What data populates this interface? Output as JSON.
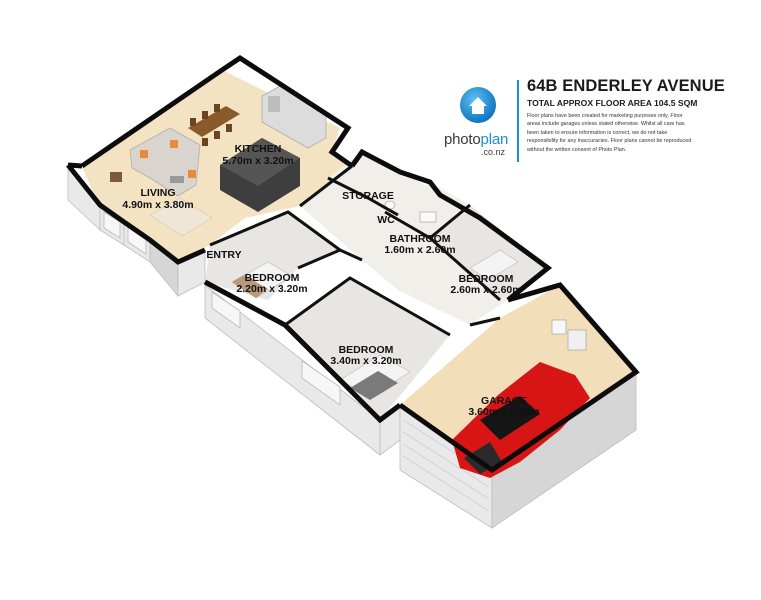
{
  "header": {
    "title": "64B ENDERLEY AVENUE",
    "subtitle": "TOTAL APPROX FLOOR AREA 104.5 SQM",
    "disclaimer": "Floor plans have been created for marketing purposes only. Floor areas include garages unless stated otherwise. Whilst all care has been taken to ensure information is correct, we do not take responsibility for any inaccuracies. Floor plans cannot be reproduced without the written consent of Photo Plan."
  },
  "brand": {
    "name_part1": "photo",
    "name_part2": "plan",
    "domain": ".co.nz",
    "accent_color": "#1a8fd8",
    "icon": "house-icon"
  },
  "rooms": {
    "kitchen": {
      "label": "KITCHEN",
      "dim": "5.70m x 3.20m"
    },
    "living": {
      "label": "LIVING",
      "dim": "4.90m x 3.80m"
    },
    "storage": {
      "label": "STORAGE"
    },
    "wc": {
      "label": "WC"
    },
    "bathroom": {
      "label": "BATHROOM",
      "dim": "1.60m x 2.60m"
    },
    "entry": {
      "label": "ENTRY"
    },
    "bedroom1": {
      "label": "BEDROOM",
      "dim": "2.20m x 3.20m"
    },
    "bedroom2": {
      "label": "BEDROOM",
      "dim": "2.60m x 2.60m"
    },
    "bedroom3": {
      "label": "BEDROOM",
      "dim": "3.40m x 3.20m"
    },
    "garage": {
      "label": "GARAGE",
      "dim": "3.60m x 5.90m"
    }
  },
  "colors": {
    "car": "#d81515",
    "wall": "#0c0c0c",
    "wood_floor": "#f3e3c2"
  }
}
